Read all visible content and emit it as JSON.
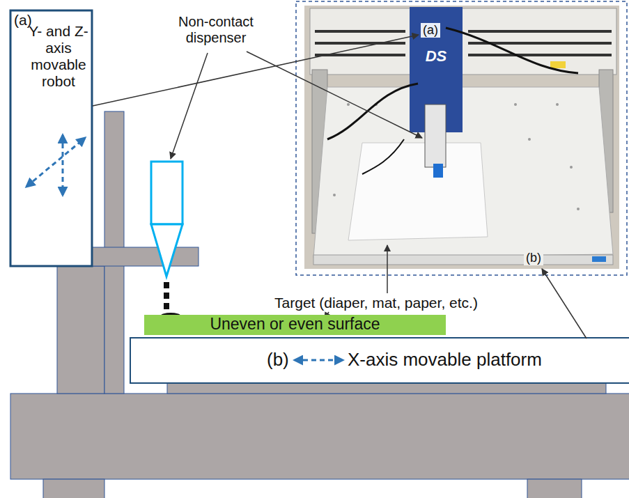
{
  "diagram": {
    "nodes": [
      {
        "text": [
          "(a)",
          "Y- and Z-axis movable robot"
        ]
      },
      {
        "text": [
          "Uneven or even surface"
        ]
      },
      {
        "text": [
          "(b)",
          "X-axis movable platform"
        ]
      }
    ],
    "labels": [
      "Non-contact dispenser",
      "(a)",
      "DS",
      "(b)",
      "Target (diaper, mat, paper, etc.)"
    ]
  }
}
